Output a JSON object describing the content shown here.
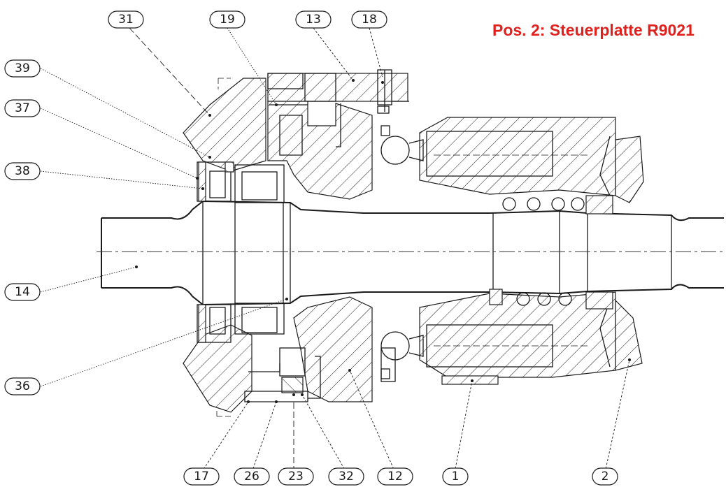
{
  "title": "Pos. 2: Steuerplatte R9021",
  "colors": {
    "title": "#e0201c",
    "lines": "#1a1a1a"
  },
  "callouts": {
    "c31": "31",
    "c19": "19",
    "c13": "13",
    "c18": "18",
    "c39": "39",
    "c37": "37",
    "c38": "38",
    "c14": "14",
    "c36": "36",
    "c17": "17",
    "c26": "26",
    "c23": "23",
    "c32": "32",
    "c12": "12",
    "c1": "1",
    "c2": "2"
  }
}
